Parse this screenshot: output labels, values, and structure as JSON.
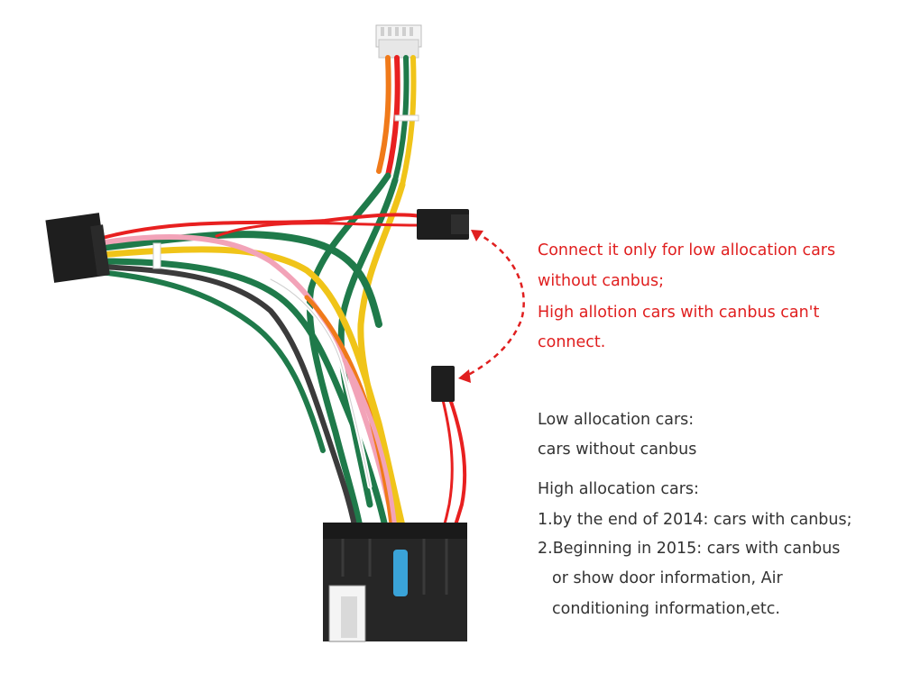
{
  "colors": {
    "warning_text": "#e01f1f",
    "info_text": "#333333",
    "connector": "#1e1e1e",
    "arrow": "#e01f1f",
    "wires": [
      "#e82020",
      "#f0c419",
      "#1f7a4a",
      "#f2a3b8",
      "#ffffff",
      "#f07a1a",
      "#3b3b3b"
    ]
  },
  "icons": {
    "arrow": "dashed-curved-double-arrow-icon"
  },
  "warning": {
    "line1": "Connect it only for low allocation cars",
    "line2": "without canbus;",
    "line3": "High allotion cars with canbus can't",
    "line4": "connect."
  },
  "info": {
    "low_heading": "Low allocation cars:",
    "low_desc": "cars without canbus",
    "high_heading": "High allocation cars:",
    "item1": "1.by the end of 2014: cars with canbus;",
    "item2_line1": "2.Beginning in 2015: cars with canbus",
    "item2_line2": "or show door information, Air",
    "item2_line3": "conditioning information,etc."
  }
}
